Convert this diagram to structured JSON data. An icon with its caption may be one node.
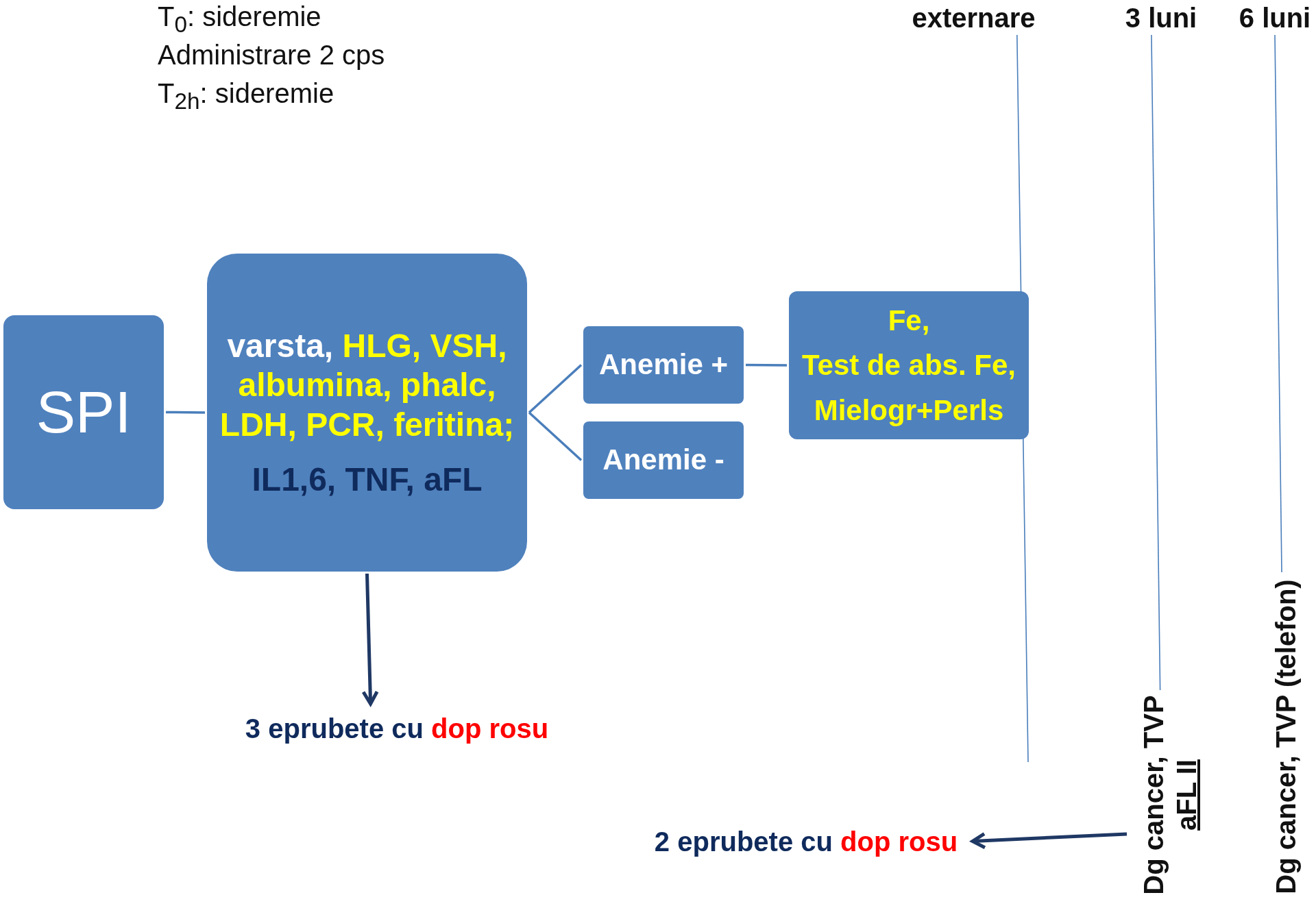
{
  "diagram": {
    "nodes": [
      {
        "text": [
          "SPI"
        ]
      },
      {
        "text": [
          "varsta,",
          "HLG, VSH, albumina, phalc, LDH, PCR, feritina;",
          "IL1,6, TNF, aFL"
        ]
      },
      {
        "text": [
          "Anemie +"
        ]
      },
      {
        "text": [
          "Anemie -"
        ]
      },
      {
        "text": [
          "Fe,",
          "Test de abs. Fe,",
          "Mielogr+Perls"
        ]
      },
      {
        "text": [
          "3 eprubete cu",
          "dop rosu"
        ]
      },
      {
        "text": [
          "2 eprubete cu",
          "dop rosu"
        ]
      },
      {
        "text": [
          "Dg cancer, TVP",
          "aFL II"
        ]
      },
      {
        "text": [
          "Dg cancer, TVP (telefon)"
        ]
      },
      {
        "text": [
          "externare"
        ]
      },
      {
        "text": [
          "3 luni"
        ]
      },
      {
        "text": [
          "6 luni"
        ]
      }
    ],
    "edges": [
      {
        "from": 0,
        "to": 1,
        "arrow": "none"
      },
      {
        "from": 1,
        "to": 2,
        "arrow": "none"
      },
      {
        "from": 1,
        "to": 3,
        "arrow": "none"
      },
      {
        "from": 2,
        "to": 4,
        "arrow": "none"
      },
      {
        "from": 1,
        "to": 5,
        "arrow": "to",
        "color": "#1f3864"
      },
      {
        "from": 7,
        "to": 6,
        "arrow": "to",
        "color": "#1f3864"
      },
      {
        "from": 9,
        "to": null,
        "arrow": "none"
      },
      {
        "from": 10,
        "to": 7,
        "arrow": "none"
      },
      {
        "from": 11,
        "to": 8,
        "arrow": "none"
      }
    ],
    "labels": [
      "T$_{0}$: sideremie",
      "Administrare 2 cps",
      "T$_{2h}$: sideremie"
    ]
  }
}
